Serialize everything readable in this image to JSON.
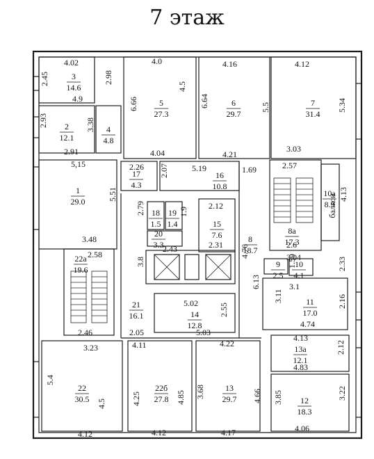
{
  "title": "7 этаж",
  "rooms": [
    {
      "id": "r3",
      "num": "3",
      "area": "14.6"
    },
    {
      "id": "r5",
      "num": "5",
      "area": "27.3"
    },
    {
      "id": "r6",
      "num": "6",
      "area": "29.7"
    },
    {
      "id": "r7",
      "num": "7",
      "area": "31.4"
    },
    {
      "id": "r2",
      "num": "2",
      "area": "12.1"
    },
    {
      "id": "r4",
      "num": "4",
      "area": "4.8"
    },
    {
      "id": "r1",
      "num": "1",
      "area": "29.0"
    },
    {
      "id": "r17",
      "num": "17",
      "area": "4.3"
    },
    {
      "id": "r16",
      "num": "16",
      "area": "10.8"
    },
    {
      "id": "r18",
      "num": "18",
      "area": "1.5"
    },
    {
      "id": "r19",
      "num": "19",
      "area": "1.4"
    },
    {
      "id": "r15",
      "num": "15",
      "area": "7.6"
    },
    {
      "id": "r20",
      "num": "20",
      "area": "3.3"
    },
    {
      "id": "r8",
      "num": "8",
      "area": "18.7"
    },
    {
      "id": "r8a",
      "num": "8a",
      "area": "17.3"
    },
    {
      "id": "r10a",
      "num": "10a",
      "area": "8.9"
    },
    {
      "id": "r22a",
      "num": "22a",
      "area": "19.6"
    },
    {
      "id": "r9",
      "num": "9",
      "area": "2.5"
    },
    {
      "id": "r10",
      "num": "10",
      "area": "4.1"
    },
    {
      "id": "r11",
      "num": "11",
      "area": "17.0"
    },
    {
      "id": "r21",
      "num": "21",
      "area": "16.1"
    },
    {
      "id": "r14",
      "num": "14",
      "area": "12.8"
    },
    {
      "id": "r13a",
      "num": "13a",
      "area": "12.1"
    },
    {
      "id": "r22",
      "num": "22",
      "area": "30.5"
    },
    {
      "id": "r22b",
      "num": "22б",
      "area": "27.8"
    },
    {
      "id": "r13",
      "num": "13",
      "area": "29.7"
    },
    {
      "id": "r12",
      "num": "12",
      "area": "18.3"
    }
  ],
  "balcony_label": "балкон",
  "dims": {
    "d1": "4.02",
    "d2": "2.45",
    "d3": "2.98",
    "d4": "4.9",
    "d5": "4.0",
    "d6": "6.66",
    "d7": "4.5",
    "d8": "4.16",
    "d9": "6.64",
    "d10": "5.5",
    "d11": "4.12",
    "d12": "5.34",
    "d13": "2.93",
    "d14": "3.38",
    "d15": "2.91",
    "d16": "4.04",
    "d17": "4.21",
    "d18": "3.03",
    "d19": "5,15",
    "d20": "2.26",
    "d21": "2.07",
    "d22": "5.19",
    "d23": "1.69",
    "d24": "2.57",
    "d25": "5.51",
    "d26": "2.79",
    "d27": "1.9",
    "d28": "2.12",
    "d29": "4.13",
    "d30": "3.48",
    "d31": "2.43",
    "d32": "2.31",
    "d33": "2.6",
    "d34": "2.58",
    "d35": "3.8",
    "d36": "4.76",
    "d37": "3.04",
    "d38": "1.59",
    "d39": "2.33",
    "d40": "6.13",
    "d41": "3.1",
    "d42": "3.11",
    "d43": "2.16",
    "d44": "5.02",
    "d45": "2.55",
    "d46": "4.74",
    "d47": "2.46",
    "d48": "2.05",
    "d49": "5.03",
    "d50": "4.13",
    "d51": "3.23",
    "d52": "4.11",
    "d53": "4.22",
    "d54": "2.12",
    "d55": "4.83",
    "d56": "5.4",
    "d57": "4.5",
    "d58": "4.25",
    "d59": "4.85",
    "d60": "3.68",
    "d61": "4.66",
    "d62": "3.85",
    "d63": "3.22",
    "d64": "4.12",
    "d65": "4.12",
    "d66": "4.17",
    "d67": "4.06"
  }
}
